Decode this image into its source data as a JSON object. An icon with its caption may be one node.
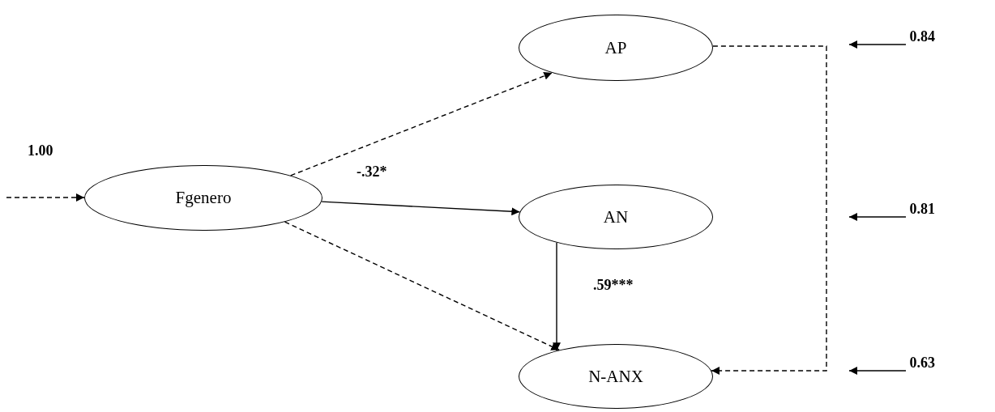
{
  "diagram": {
    "nodes": [
      {
        "text": [
          "Fgenero"
        ]
      },
      {
        "text": [
          "AP"
        ]
      },
      {
        "text": [
          "AN"
        ]
      },
      {
        "text": [
          "N-ANX"
        ]
      },
      {
        "text": [
          "0.84"
        ]
      },
      {
        "text": [
          "0.81"
        ]
      },
      {
        "text": [
          "0.63"
        ]
      }
    ],
    "edges": [
      {
        "from": null,
        "to": 0,
        "arrow": "to",
        "style": "dashed"
      },
      {
        "from": 0,
        "to": 1,
        "arrow": "to",
        "style": "dashed"
      },
      {
        "from": 0,
        "to": 2,
        "arrow": "to",
        "label": "-.32*"
      },
      {
        "from": 0,
        "to": 3,
        "arrow": "to",
        "style": "dashed"
      },
      {
        "from": 2,
        "to": 3,
        "arrow": "to",
        "label": ".59***"
      },
      {
        "from": 1,
        "to": 3,
        "arrow": "to",
        "style": "dashed"
      },
      {
        "from": 4,
        "to": null,
        "arrow": "to"
      },
      {
        "from": 5,
        "to": null,
        "arrow": "to"
      },
      {
        "from": 6,
        "to": null,
        "arrow": "to"
      }
    ],
    "labels": [
      "1.00"
    ]
  }
}
